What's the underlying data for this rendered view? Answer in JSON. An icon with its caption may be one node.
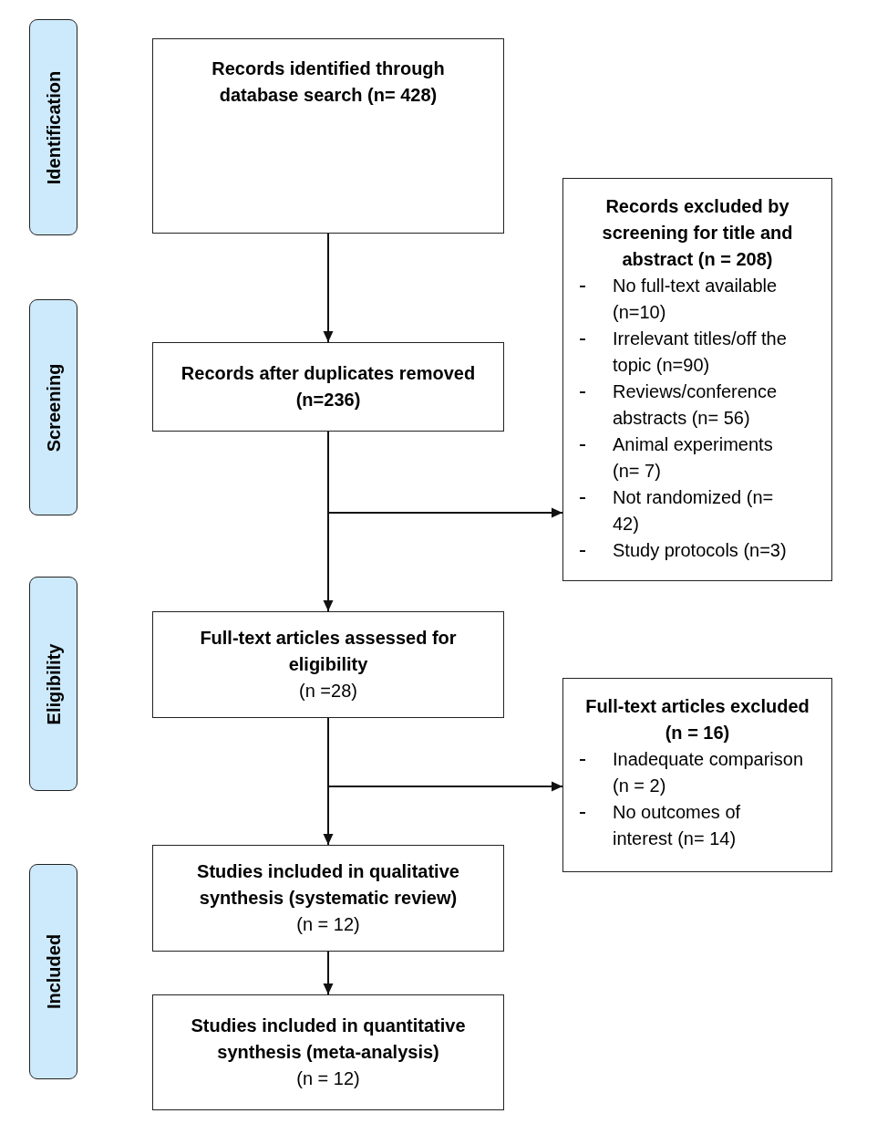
{
  "diagram": {
    "nodes": [
      {
        "text": [
          "Identification"
        ]
      },
      {
        "text": [
          "Records identified through database search (n= 428)"
        ]
      },
      {
        "text": [
          "Screening"
        ]
      },
      {
        "text": [
          "Records after duplicates removed (n=236)"
        ]
      },
      {
        "text": [
          "Records excluded by screening for title and abstract (n = 208)",
          "No full-text available (n=10)",
          "Irrelevant titles/off the topic (n=90)",
          "Reviews/conference abstracts (n= 56)",
          "Animal experiments (n= 7)",
          "Not randomized (n= 42)",
          "Study protocols (n=3)"
        ]
      },
      {
        "text": [
          "Eligibility"
        ]
      },
      {
        "text": [
          "Full-text articles assessed for eligibility",
          "(n =28)"
        ]
      },
      {
        "text": [
          "Full-text articles excluded (n = 16)",
          "Inadequate comparison (n = 2)",
          "No outcomes of interest (n= 14)"
        ]
      },
      {
        "text": [
          "Included"
        ]
      },
      {
        "text": [
          "Studies included in qualitative synthesis (systematic review)",
          "(n = 12)"
        ]
      },
      {
        "text": [
          "Studies included in quantitative synthesis (meta-analysis)",
          "(n = 12)"
        ]
      }
    ],
    "edges": [
      {
        "from": 1,
        "to": 3,
        "arrow": "to"
      },
      {
        "from": 3,
        "to": 6,
        "arrow": "to"
      },
      {
        "from": 3,
        "to": 4,
        "arrow": "to"
      },
      {
        "from": 6,
        "to": 9,
        "arrow": "to"
      },
      {
        "from": 6,
        "to": 7,
        "arrow": "to"
      },
      {
        "from": 9,
        "to": 10,
        "arrow": "to"
      }
    ]
  }
}
